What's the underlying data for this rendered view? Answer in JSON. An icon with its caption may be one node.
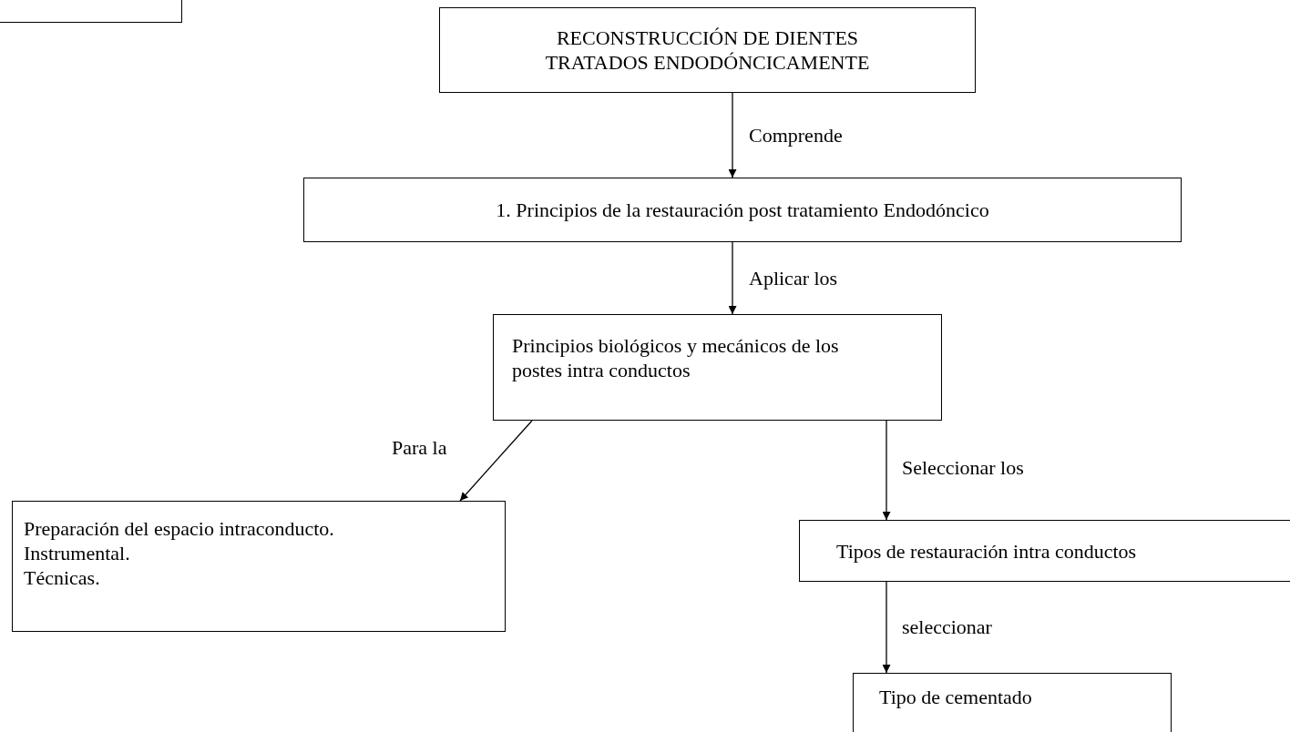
{
  "diagram": {
    "nodes": [
      {
        "text": [],
        "shape": "box"
      },
      {
        "text": [
          "RECONSTRUCCIÓN DE DIENTES TRATADOS ENDODÓNCICAMENTE"
        ]
      },
      {
        "text": [
          "1. Principios de la restauración post tratamiento Endodóncico"
        ]
      },
      {
        "text": [
          "Principios biológicos y mecánicos de los postes intra conductos"
        ]
      },
      {
        "text": [
          "Preparación del espacio intraconducto.",
          "Instrumental.",
          "Técnicas."
        ]
      },
      {
        "text": [
          "Tipos de restauración intra conductos"
        ]
      },
      {
        "text": [
          "Tipo de cementado"
        ]
      }
    ],
    "edges": [
      {
        "from": 1,
        "to": 2,
        "arrow": "to",
        "label": "Comprende"
      },
      {
        "from": 2,
        "to": 3,
        "arrow": "to",
        "label": "Aplicar los"
      },
      {
        "from": 3,
        "to": 4,
        "arrow": "to",
        "label": "Para la"
      },
      {
        "from": 3,
        "to": 5,
        "arrow": "to",
        "label": "Seleccionar los"
      },
      {
        "from": 5,
        "to": 6,
        "arrow": "to",
        "label": "seleccionar"
      }
    ]
  }
}
